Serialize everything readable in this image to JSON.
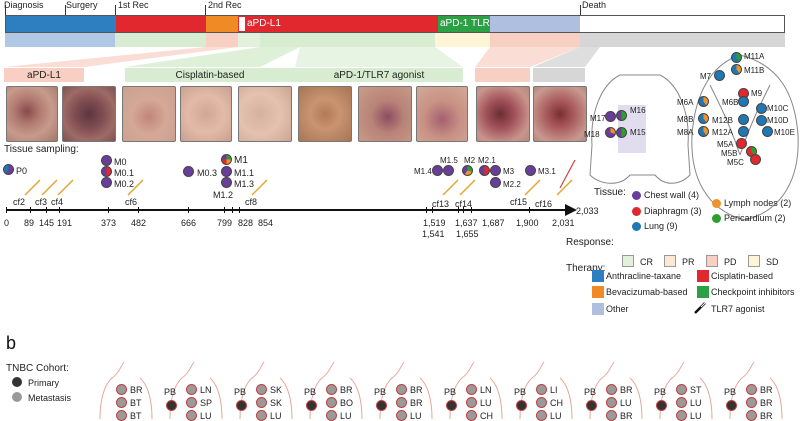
{
  "timeline": {
    "labels": {
      "diagnosis": "Diagnosis",
      "surgery": "Surgery",
      "rec1": "1st Rec",
      "rec2": "2nd Rec",
      "death": "Death"
    },
    "therapy_labels": {
      "apdl1": "aPD-L1",
      "apd1": "aPD-1",
      "tlr7": "TLR7"
    }
  },
  "photo_groups": [
    "aPD-L1",
    "Cisplatin-based",
    "aPD-1/TLR7 agonist"
  ],
  "tissue_sampling": {
    "title": "Tissue sampling:",
    "samples": [
      "P0",
      "M0",
      "M0.1",
      "M0.2",
      "M0.3",
      "M1",
      "M1.1",
      "M1.2",
      "M1.3",
      "M1.4",
      "M1.5",
      "M2",
      "M2.1",
      "M2.2",
      "M3",
      "M3.1"
    ],
    "cf_samples": [
      "cf2",
      "cf3",
      "cf4",
      "cf6",
      "cf8",
      "cf13",
      "cf14",
      "cf15",
      "cf16"
    ]
  },
  "axis": {
    "ticks_top_row": [
      "0",
      "89",
      "145",
      "191",
      "373",
      "482",
      "666",
      "799",
      "828",
      "854",
      "1,687",
      "1,900",
      "2,031"
    ],
    "ticks_stacked": [
      "1,519",
      "1,541",
      "1,637",
      "1,655"
    ],
    "end_label": "2,033"
  },
  "body_map": {
    "left_labels": [
      "M17",
      "M16",
      "M18",
      "M15"
    ],
    "right_labels": [
      "M11A",
      "M11B",
      "M7",
      "M9",
      "M6A",
      "M6B",
      "M10C",
      "M8B",
      "M12B",
      "M10D",
      "M8A",
      "M12A",
      "M10E",
      "M5A",
      "M5B",
      "M5C"
    ]
  },
  "tissue_legend": {
    "title": "Tissue:",
    "items": [
      {
        "label": "Chest wall (4)",
        "color": "#6a3d9a"
      },
      {
        "label": "Lymph nodes (2)",
        "color": "#f0932b"
      },
      {
        "label": "Diaphragm (3)",
        "color": "#e0282e"
      },
      {
        "label": "Pericardium (2)",
        "color": "#2ca02c"
      },
      {
        "label": "Lung (9)",
        "color": "#1f77b4"
      }
    ]
  },
  "response_legend": {
    "title": "Response:",
    "items": [
      {
        "label": "CR",
        "color": "#e3f1dc"
      },
      {
        "label": "PR",
        "color": "#fbe8d5"
      },
      {
        "label": "PD",
        "color": "#f8cfc3"
      },
      {
        "label": "SD",
        "color": "#fdf5d5"
      }
    ]
  },
  "therapy_legend": {
    "title": "Therapy:",
    "items": [
      {
        "label": "Anthracline-taxane",
        "color": "#2e7fbf"
      },
      {
        "label": "Cisplatin-based",
        "color": "#e0282e"
      },
      {
        "label": "Bevacizumab-based",
        "color": "#f08a24"
      },
      {
        "label": "Checkpoint inhibitors",
        "color": "#2ca044"
      },
      {
        "label": "Other",
        "color": "#aebfe0"
      },
      {
        "label": "TLR7 agonist",
        "color": "#111111"
      }
    ]
  },
  "panel_b": {
    "letter": "b",
    "cohort_title": "TNBC Cohort:",
    "legend": [
      {
        "label": "Primary",
        "color": "#333333"
      },
      {
        "label": "Metastasis",
        "color": "#999999"
      }
    ],
    "figures": [
      {
        "codes": [
          "BR",
          "BT",
          "BT"
        ]
      },
      {
        "pb": "PB",
        "codes": [
          "LN",
          "SP",
          "LU"
        ]
      },
      {
        "pb": "PB",
        "codes": [
          "SK",
          "SK",
          "LU"
        ]
      },
      {
        "pb": "PB",
        "codes": [
          "BR",
          "BO",
          "LU"
        ]
      },
      {
        "pb": "PB",
        "codes": [
          "BR",
          "BR",
          "LU"
        ]
      },
      {
        "pb": "PB",
        "codes": [
          "LN",
          "LU",
          "CH"
        ]
      },
      {
        "pb": "PB",
        "codes": [
          "LI",
          "CH",
          "LU"
        ]
      },
      {
        "pb": "PB",
        "codes": [
          "BR",
          "LU",
          "BR"
        ]
      },
      {
        "pb": "PB",
        "codes": [
          "ST",
          "LU",
          "LU"
        ]
      },
      {
        "pb": "PB",
        "codes": [
          "BR",
          "BR",
          "BR"
        ]
      }
    ]
  }
}
